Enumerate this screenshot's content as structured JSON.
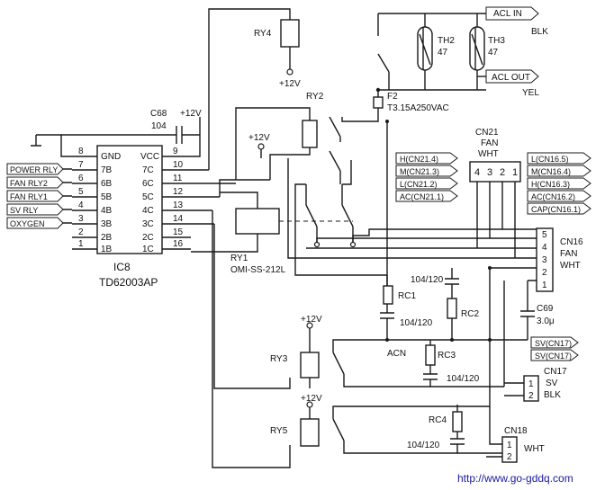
{
  "ic": {
    "ref": "IC8",
    "part": "TD62003AP",
    "gnd": "GND",
    "vcc": "VCC",
    "left_pins": [
      "7B",
      "6B",
      "5B",
      "4B",
      "3B",
      "2B",
      "1B"
    ],
    "right_pins": [
      "7C",
      "6C",
      "5C",
      "4C",
      "3C",
      "2C",
      "1C"
    ],
    "pin_numbers_left": [
      "8",
      "7",
      "6",
      "5",
      "4",
      "3",
      "2",
      "1"
    ],
    "pin_numbers_right": [
      "9",
      "10",
      "11",
      "12",
      "13",
      "14",
      "15",
      "16"
    ]
  },
  "signals": [
    "POWER RLY",
    "FAN RLY2",
    "FAN RLY1",
    "SV RLY",
    "OXYGEN"
  ],
  "capacitor_c68": {
    "ref": "C68",
    "value": "104",
    "supply": "+12V"
  },
  "relays": {
    "ry1": {
      "ref": "RY1",
      "part": "OMI-SS-212L"
    },
    "ry2": {
      "ref": "RY2",
      "supply": "+12V"
    },
    "ry3": {
      "ref": "RY3",
      "supply": "+12V"
    },
    "ry4": {
      "ref": "RY4",
      "supply": "+12V"
    },
    "ry5": {
      "ref": "RY5",
      "supply": "+12V"
    }
  },
  "thermistors": [
    {
      "ref": "TH2",
      "value": "47"
    },
    {
      "ref": "TH3",
      "value": "47"
    }
  ],
  "fuse": {
    "ref": "F2",
    "rating": "T3.15A250VAC"
  },
  "outputs": {
    "acl_in": {
      "label": "ACL IN",
      "color": "BLK"
    },
    "acl_out": {
      "label": "ACL OUT",
      "color": "YEL"
    }
  },
  "cn21": {
    "title": [
      "CN21",
      "FAN",
      "WHT"
    ],
    "pins": [
      "4",
      "3",
      "2",
      "1"
    ],
    "flags": [
      "H(CN21.4)",
      "M(CN21.3)",
      "L(CN21.2)",
      "AC(CN21.1)"
    ]
  },
  "cn16": {
    "title": [
      "CN16",
      "FAN",
      "WHT"
    ],
    "pins": [
      "5",
      "4",
      "3",
      "2",
      "1"
    ],
    "flags": [
      "L(CN16.5)",
      "M(CN16.4)",
      "H(CN16.3)",
      "AC(CN16.2)",
      "CAP(CN16.1)"
    ]
  },
  "rc_network": {
    "rc1": "RC1",
    "rc2": "RC2",
    "rc3": "RC3",
    "rc4": "RC4",
    "values": [
      "104/120",
      "104/120",
      "104/120",
      "104/120"
    ],
    "acn": "ACN"
  },
  "capacitor_c69": {
    "ref": "C69",
    "value": "3.0μ"
  },
  "sv_flags": [
    "SV(CN17)",
    "SV(CN17)"
  ],
  "cn17": {
    "title": [
      "CN17",
      "SV",
      "BLK"
    ],
    "pins": [
      "1",
      "2"
    ]
  },
  "cn18": {
    "title": "CN18",
    "color": "WHT",
    "pins": [
      "1",
      "2"
    ]
  },
  "watermark": "http://www.go-gddq.com"
}
